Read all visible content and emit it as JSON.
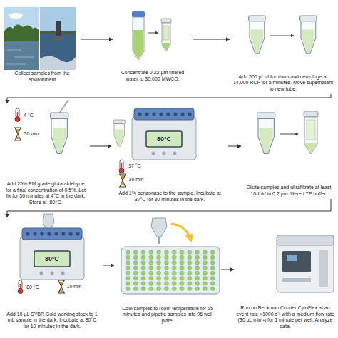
{
  "diagram": {
    "nodes": [
      {
        "text": [
          "Collect samples from the environment"
        ]
      },
      {
        "text": [
          "Concentrate 0.22 µm filtered water to 30,000 MWCO."
        ]
      },
      {
        "text": [
          "Add 500 µL chloroform and centrifuge at 14,000 RCF for 5 minutes. Move supernatant to new tube."
        ]
      },
      {
        "text": [
          "Add 25% EM grade glutaraldehyde for a final concentration of 0.5%. Let fix for 30 minutes at 4°C in the dark. Store at -80°C."
        ]
      },
      {
        "text": [
          "Add 1% benzonase to the sample. Incubate at 37°C for 30 minutes in the dark."
        ]
      },
      {
        "text": [
          "Dilute samples and ultrafiltrate at least 10-fold in 0.2 µm filtered TE buffer."
        ]
      },
      {
        "text": [
          "Add 10 µL SYBR Gold working stock to 1 mL sample in the dark. Incubate at 80°C for 10 minutes in the dark."
        ]
      },
      {
        "text": [
          "Cool samples to room temperature for ≥5 minutes and pipette samples into 96 well plate."
        ]
      },
      {
        "text": [
          "Run on Beckman Coulter CytoFlex at an event rate ≈1000 s⁻¹ with a medium flow rate (30 µL min⁻¹) for 1 minute per well. Analyze data."
        ]
      }
    ],
    "edges": [
      {
        "from": 0,
        "to": 1,
        "arrow": "to"
      },
      {
        "from": 1,
        "to": 2,
        "arrow": "to"
      },
      {
        "from": 2,
        "to": 3,
        "arrow": "to"
      },
      {
        "from": 3,
        "to": 4,
        "arrow": "to"
      },
      {
        "from": 4,
        "to": 5,
        "arrow": "to"
      },
      {
        "from": 5,
        "to": 6,
        "arrow": "to"
      },
      {
        "from": 6,
        "to": 7,
        "arrow": "to"
      },
      {
        "from": 7,
        "to": 8,
        "arrow": "to"
      }
    ],
    "labels": [
      "4 °C",
      "30 min",
      "80°C",
      "37 °C",
      "30 min",
      "80°C",
      "80 °C",
      "10 min"
    ]
  }
}
